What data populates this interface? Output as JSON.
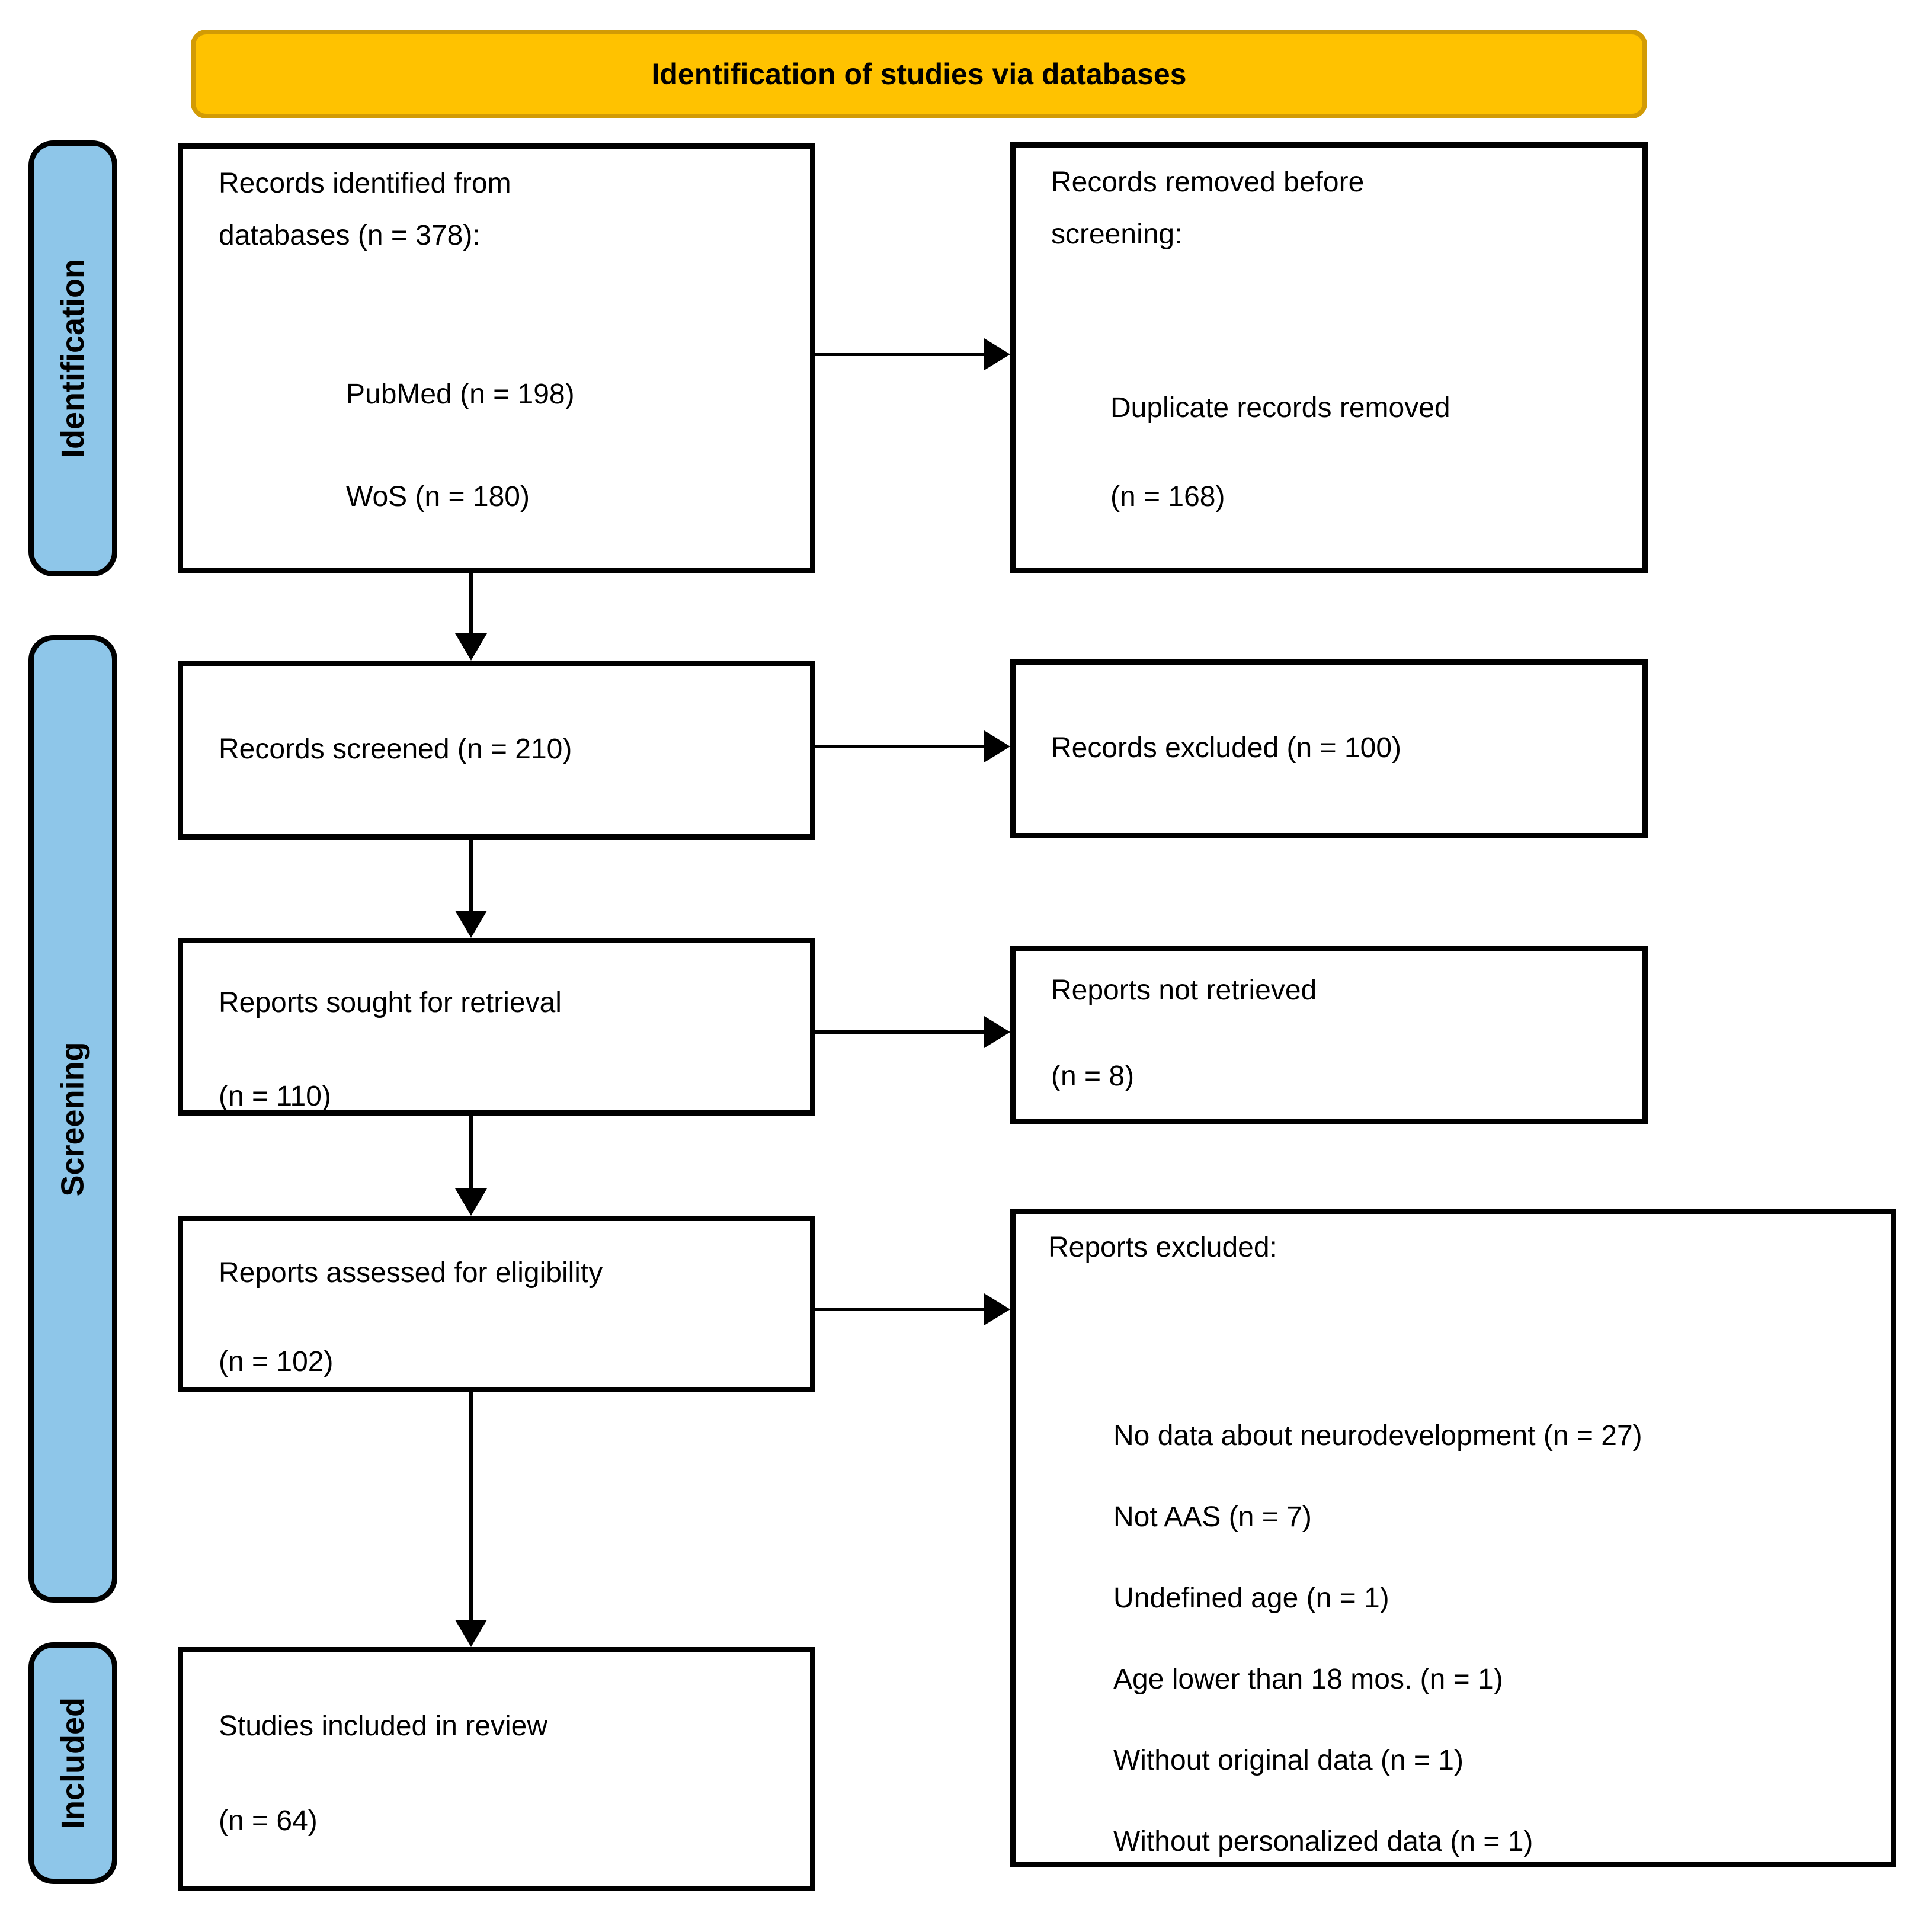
{
  "header": {
    "title": "Identification of studies via databases"
  },
  "stages": [
    {
      "label": "Identification"
    },
    {
      "label": "Screening"
    },
    {
      "label": "Included"
    }
  ],
  "colors": {
    "banner_fill": "#FFC200",
    "banner_border": "#D29B05",
    "stage_fill": "#8EC6E9",
    "box_border": "#000000"
  },
  "boxes": {
    "records_identified": {
      "line1": "Records identified from",
      "line2": "databases (n = 378):",
      "item1": "PubMed (n = 198)",
      "item2": "WoS (n = 180)"
    },
    "records_removed": {
      "line1": "Records removed before",
      "line2": "screening:",
      "item1": "Duplicate records removed",
      "item2": "(n = 168)"
    },
    "records_screened": {
      "line1": "Records screened (n = 210)"
    },
    "records_excluded": {
      "line1": "Records excluded (n = 100)"
    },
    "reports_sought": {
      "line1": "Reports sought for retrieval",
      "line2": "(n = 110)"
    },
    "reports_not_retrieved": {
      "line1": "Reports not retrieved",
      "line2": "(n = 8)"
    },
    "reports_assessed": {
      "line1": "Reports assessed for eligibility",
      "line2": "(n = 102)"
    },
    "reports_excluded": {
      "title": "Reports excluded:",
      "items": [
        "No data about neurodevelopment (n = 27)",
        "Not AAS (n = 7)",
        "Undefined age (n = 1)",
        "Age lower than 18 mos. (n = 1)",
        "Without original data (n = 1)",
        "Without personalized data (n = 1)"
      ]
    },
    "studies_included": {
      "line1": "Studies included in review",
      "line2": "(n = 64)"
    }
  }
}
